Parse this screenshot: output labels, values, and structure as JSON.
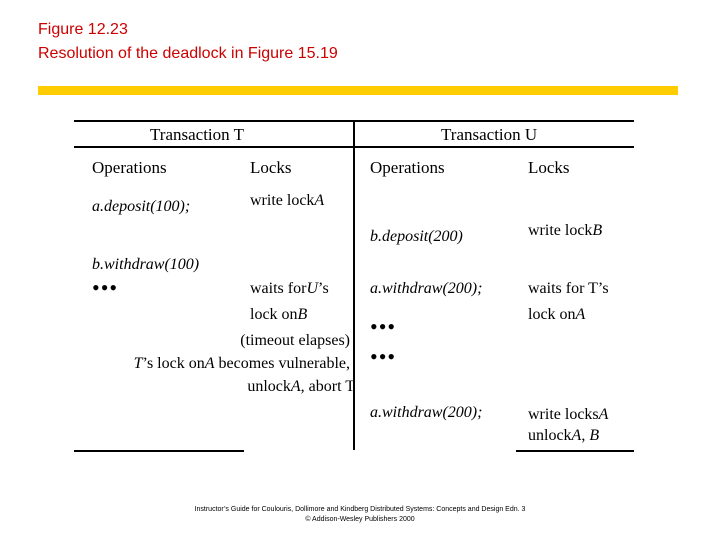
{
  "header": {
    "title_line1": "Figure 12.23",
    "title_line2": "Resolution of the deadlock in Figure 15.19",
    "accent_color": "#cc0000",
    "bar_color": "#ffcc00"
  },
  "table": {
    "group_t": "Transaction T",
    "group_u": "Transaction U",
    "col_operations_t": "Operations",
    "col_locks_t": "Locks",
    "col_operations_u": "Operations",
    "col_locks_u": "Locks",
    "t_op1": "a.deposit(100);",
    "t_lock1_pre": "write lock",
    "t_lock1_var": "A",
    "u_op1": "b.deposit(200)",
    "u_lock1_pre": "write lock",
    "u_lock1_var": "B",
    "t_op2": "b.withdraw(100)",
    "t_dots": "•••",
    "t_lock2_pre": "waits for",
    "t_lock2_var": "U",
    "t_lock2_post": "’s",
    "u_op2": "a.withdraw(200);",
    "u_lock2": "waits for T’s",
    "t_lock3_pre": "lock on",
    "t_lock3_var": "B",
    "u_lock3_pre": "lock on",
    "u_lock3_var": "A",
    "u_dots1": "•••",
    "t_note1": "(timeout elapses)",
    "t_note2_a": "T",
    "t_note2_b": "’s lock on",
    "t_note2_var": "A",
    "t_note2_c": " becomes vulnerable,",
    "u_dots2": "•••",
    "t_note3_a": "unlock",
    "t_note3_var": "A",
    "t_note3_b": ", abort T",
    "u_op3": "a.withdraw(200);",
    "u_lock4_pre": "write locks",
    "u_lock4_var": "A",
    "u_lock5_pre": "unlock",
    "u_lock5_var1": "A",
    "u_lock5_sep": ", ",
    "u_lock5_var2": "B"
  },
  "footer": {
    "line1": "Instructor’s Guide for  Coulouris, Dollimore and Kindberg   Distributed Systems: Concepts and Design   Edn. 3",
    "line2": "© Addison-Wesley Publishers 2000"
  }
}
